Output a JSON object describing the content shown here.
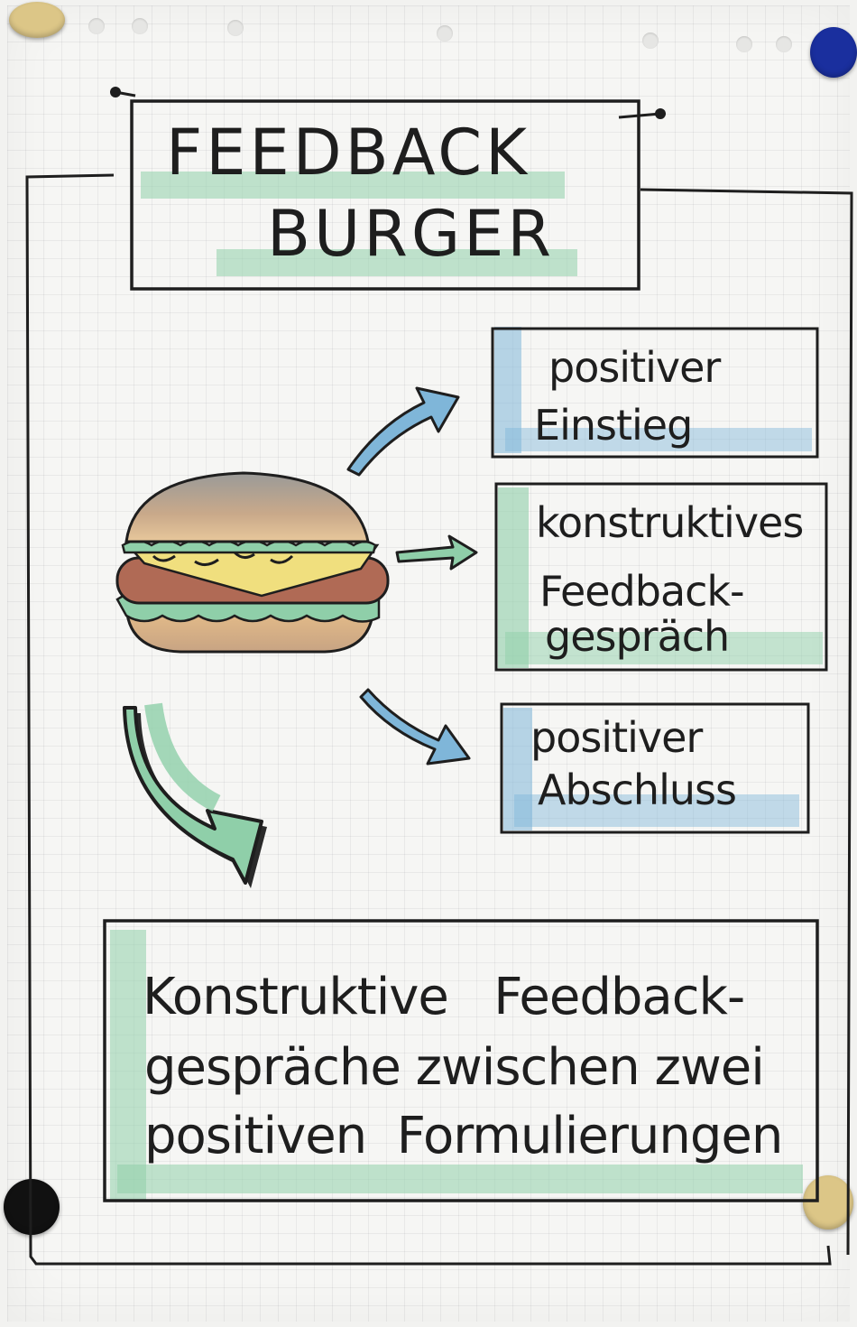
{
  "title": {
    "line1": "FEEDBACK",
    "line2": "BURGER"
  },
  "steps": [
    {
      "line1": "positiver",
      "line2": "Einstieg",
      "line3": "",
      "highlight": "#7fb6d9"
    },
    {
      "line1": "konstruktives",
      "line2": "Feedback-",
      "line3": "gespräch",
      "highlight": "#8fcfa9"
    },
    {
      "line1": "positiver",
      "line2": "Abschluss",
      "line3": "",
      "highlight": "#7fb6d9"
    }
  ],
  "summary": {
    "line1": "Konstruktive   Feedback-",
    "line2": "gespräche zwischen zwei",
    "line3": "positiven  Formulierungen"
  },
  "colors": {
    "ink": "#1e1e1e",
    "green_highlight": "#8fcfa9",
    "blue_highlight": "#7fb6d9",
    "magnet_beige": "#dcc687",
    "magnet_blue": "#1a2f9e",
    "magnet_black": "#111111"
  },
  "icons": [
    "burger-illustration",
    "arrow-blue",
    "arrow-green",
    "big-green-arrow"
  ]
}
